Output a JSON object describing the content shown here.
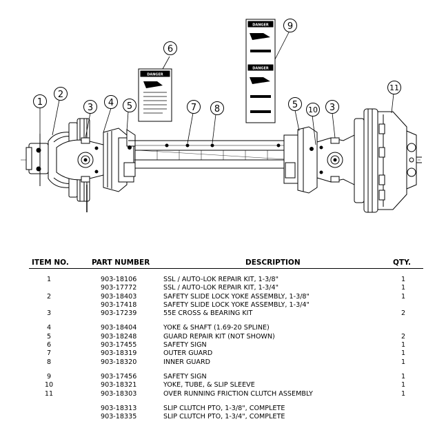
{
  "callouts": [
    "1",
    "2",
    "3",
    "4",
    "5",
    "6",
    "7",
    "8",
    "5",
    "10",
    "3",
    "9",
    "11"
  ],
  "sign_labels": {
    "danger": "DANGER"
  },
  "table": {
    "headers": {
      "item": "ITEM NO.",
      "part": "PART NUMBER",
      "desc": "DESCRIPTION",
      "qty": "QTY."
    },
    "rows": [
      {
        "item": "1",
        "part": "903-18106",
        "desc": "SSL / AUTO-LOK REPAIR KIT, 1-3/8\"",
        "qty": "1"
      },
      {
        "item": "",
        "part": "903-17772",
        "desc": "SSL / AUTO-LOK REPAIR KIT, 1-3/4\"",
        "qty": "1"
      },
      {
        "item": "2",
        "part": "903-18403",
        "desc": "SAFETY SLIDE LOCK YOKE ASSEMBLY, 1-3/8\"",
        "qty": "1"
      },
      {
        "item": "",
        "part": "903-17418",
        "desc": "SAFETY SLIDE LOCK YOKE ASSEMBLY, 1-3/4\"",
        "qty": ""
      },
      {
        "item": "3",
        "part": "903-17239",
        "desc": "55E CROSS & BEARING KIT",
        "qty": "2"
      },
      {
        "item": "4",
        "part": "903-18404",
        "desc": "YOKE & SHAFT (1.69-20 SPLINE)",
        "qty": "",
        "gap": true
      },
      {
        "item": "5",
        "part": "903-18248",
        "desc": "GUARD REPAIR KIT (NOT SHOWN)",
        "qty": "2"
      },
      {
        "item": "6",
        "part": "903-17455",
        "desc": "SAFETY SIGN",
        "qty": "1"
      },
      {
        "item": "7",
        "part": "903-18319",
        "desc": "OUTER GUARD",
        "qty": "1"
      },
      {
        "item": "8",
        "part": "903-18320",
        "desc": "INNER GUARD",
        "qty": "1"
      },
      {
        "item": "9",
        "part": "903-17456",
        "desc": "SAFETY SIGN",
        "qty": "1",
        "gap": true
      },
      {
        "item": "10",
        "part": "903-18321",
        "desc": "YOKE, TUBE, & SLIP SLEEVE",
        "qty": "1"
      },
      {
        "item": "11",
        "part": "903-18303",
        "desc": "OVER RUNNING FRICTION CLUTCH ASSEMBLY",
        "qty": "1"
      },
      {
        "item": "",
        "part": "903-18313",
        "desc": "SLIP CLUTCH PTO, 1-3/8\", COMPLETE",
        "qty": "",
        "gap": true
      },
      {
        "item": "",
        "part": "903-18335",
        "desc": "SLIP CLUTCH PTO, 1-3/4\", COMPLETE",
        "qty": ""
      }
    ]
  }
}
